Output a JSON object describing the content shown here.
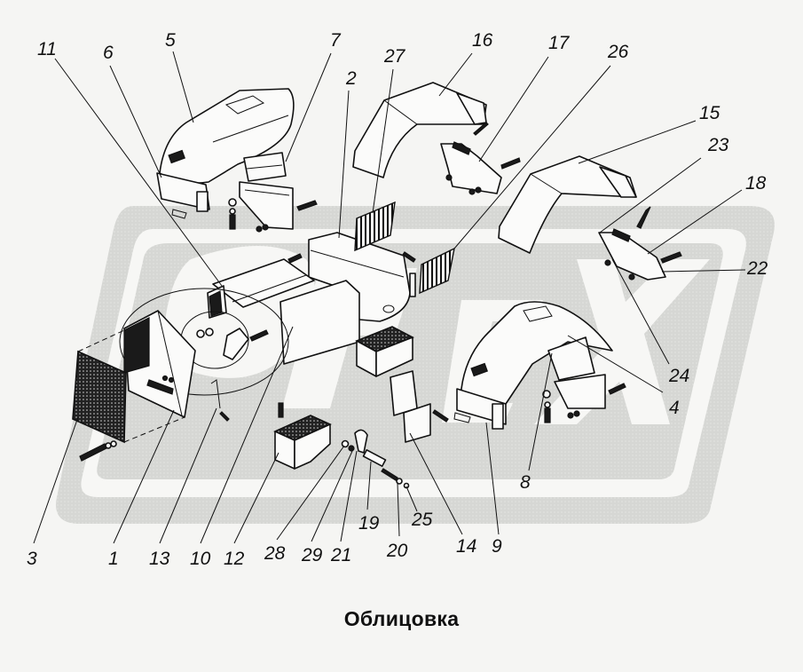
{
  "diagram": {
    "title": "Облицовка",
    "type": "exploded-view parts diagram",
    "colors": {
      "background": "#f5f5f3",
      "watermark": "#d8d9d6",
      "ink": "#111111"
    },
    "callouts": [
      {
        "id": "11",
        "label": "11"
      },
      {
        "id": "6",
        "label": "6"
      },
      {
        "id": "5",
        "label": "5"
      },
      {
        "id": "7",
        "label": "7"
      },
      {
        "id": "2",
        "label": "2"
      },
      {
        "id": "27",
        "label": "27"
      },
      {
        "id": "16",
        "label": "16"
      },
      {
        "id": "17",
        "label": "17"
      },
      {
        "id": "26",
        "label": "26"
      },
      {
        "id": "15",
        "label": "15"
      },
      {
        "id": "23",
        "label": "23"
      },
      {
        "id": "18",
        "label": "18"
      },
      {
        "id": "22",
        "label": "22"
      },
      {
        "id": "24",
        "label": "24"
      },
      {
        "id": "4",
        "label": "4"
      },
      {
        "id": "8",
        "label": "8"
      },
      {
        "id": "3",
        "label": "3"
      },
      {
        "id": "1",
        "label": "1"
      },
      {
        "id": "13",
        "label": "13"
      },
      {
        "id": "10",
        "label": "10"
      },
      {
        "id": "12",
        "label": "12"
      },
      {
        "id": "28",
        "label": "28"
      },
      {
        "id": "29",
        "label": "29"
      },
      {
        "id": "21",
        "label": "21"
      },
      {
        "id": "19",
        "label": "19"
      },
      {
        "id": "20",
        "label": "20"
      },
      {
        "id": "25",
        "label": "25"
      },
      {
        "id": "14",
        "label": "14"
      },
      {
        "id": "9",
        "label": "9"
      }
    ]
  }
}
